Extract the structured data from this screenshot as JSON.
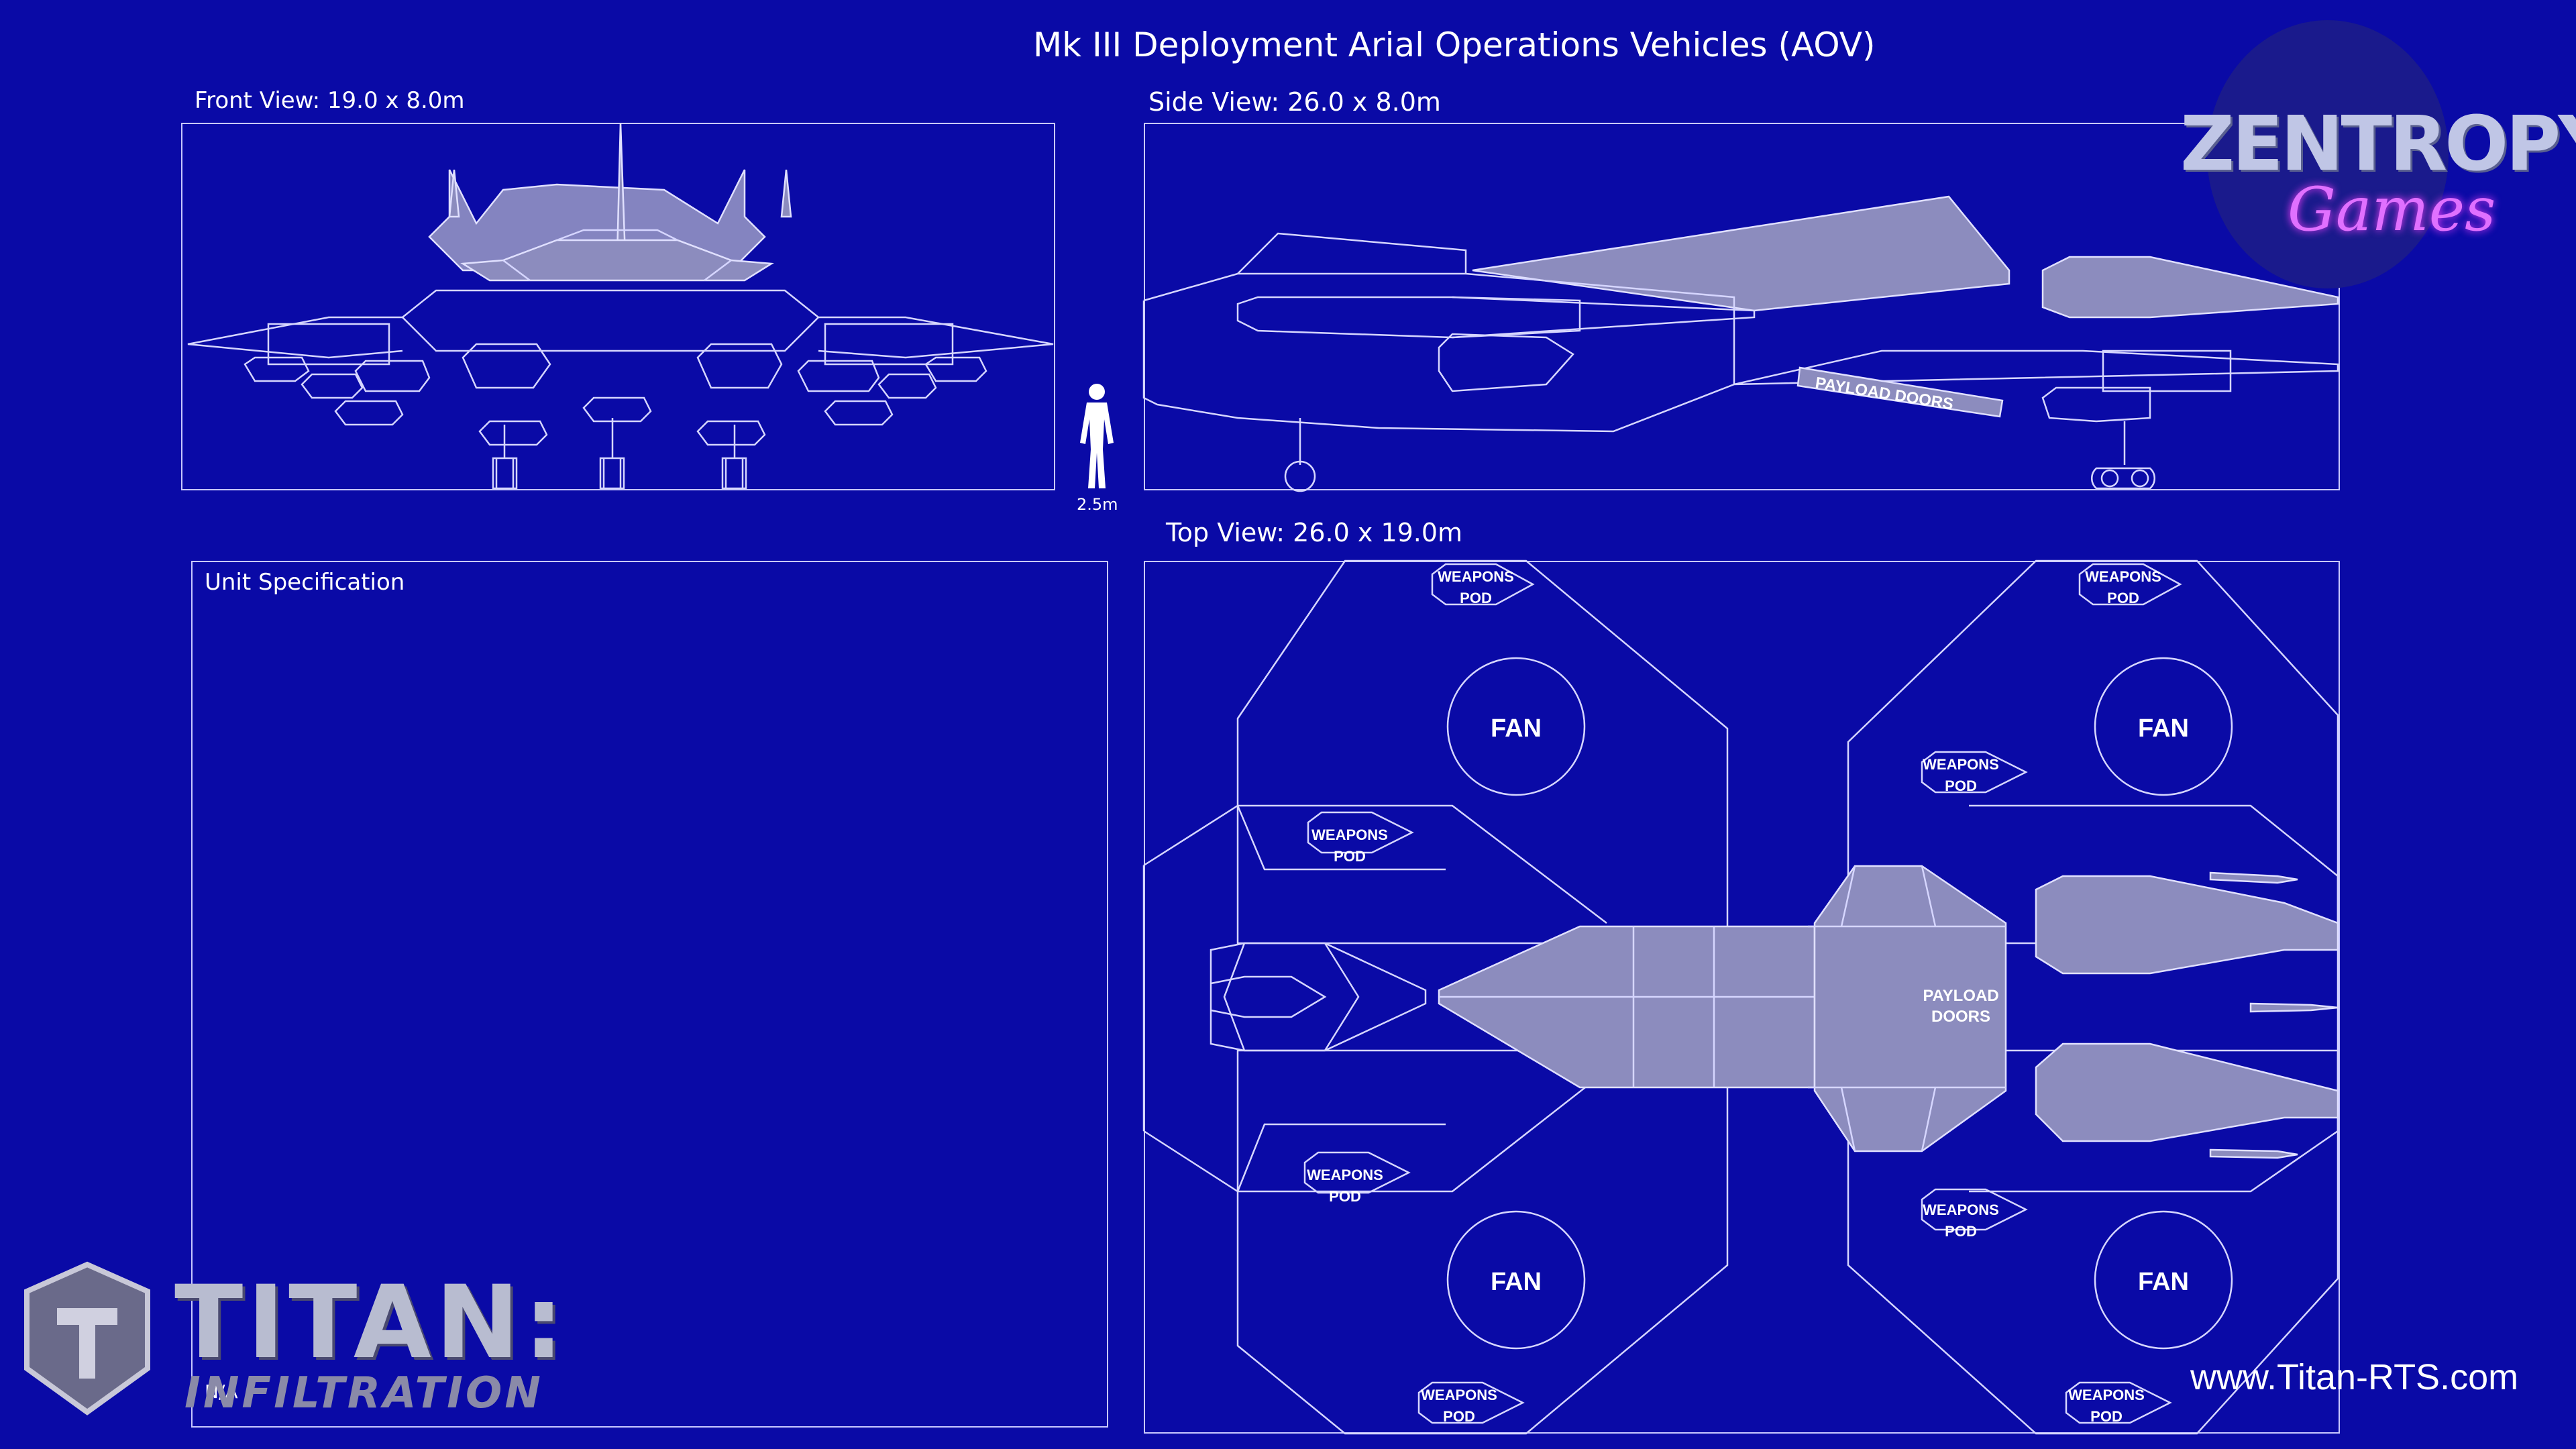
{
  "title": "Mk III Deployment Arial Operations Vehicles (AOV)",
  "front_view": {
    "label": "Front View: 19.0 x 8.0m"
  },
  "side_view": {
    "label": "Side View: 26.0 x 8.0m",
    "payload_label": "PAYLOAD DOORS"
  },
  "top_view": {
    "label": "Top View: 26.0 x 19.0m",
    "fan_label": "FAN",
    "weapons_line1": "WEAPONS",
    "weapons_line2": "POD",
    "payload_line1": "PAYLOAD",
    "payload_line2": "DOORS"
  },
  "human_scale": {
    "label": "2.5m"
  },
  "unit_spec": {
    "label": "Unit Specification",
    "value": "N/A"
  },
  "publisher_logo": {
    "line1": "ZENTROPY",
    "line2": "Games"
  },
  "game_logo": {
    "line1": "TITAN:",
    "line2": "INFILTRATION"
  },
  "website": "www.Titan-RTS.com",
  "colors": {
    "background": "#0a0aa6",
    "line": "#d6d6ff",
    "fill": "#8c8cbe"
  }
}
